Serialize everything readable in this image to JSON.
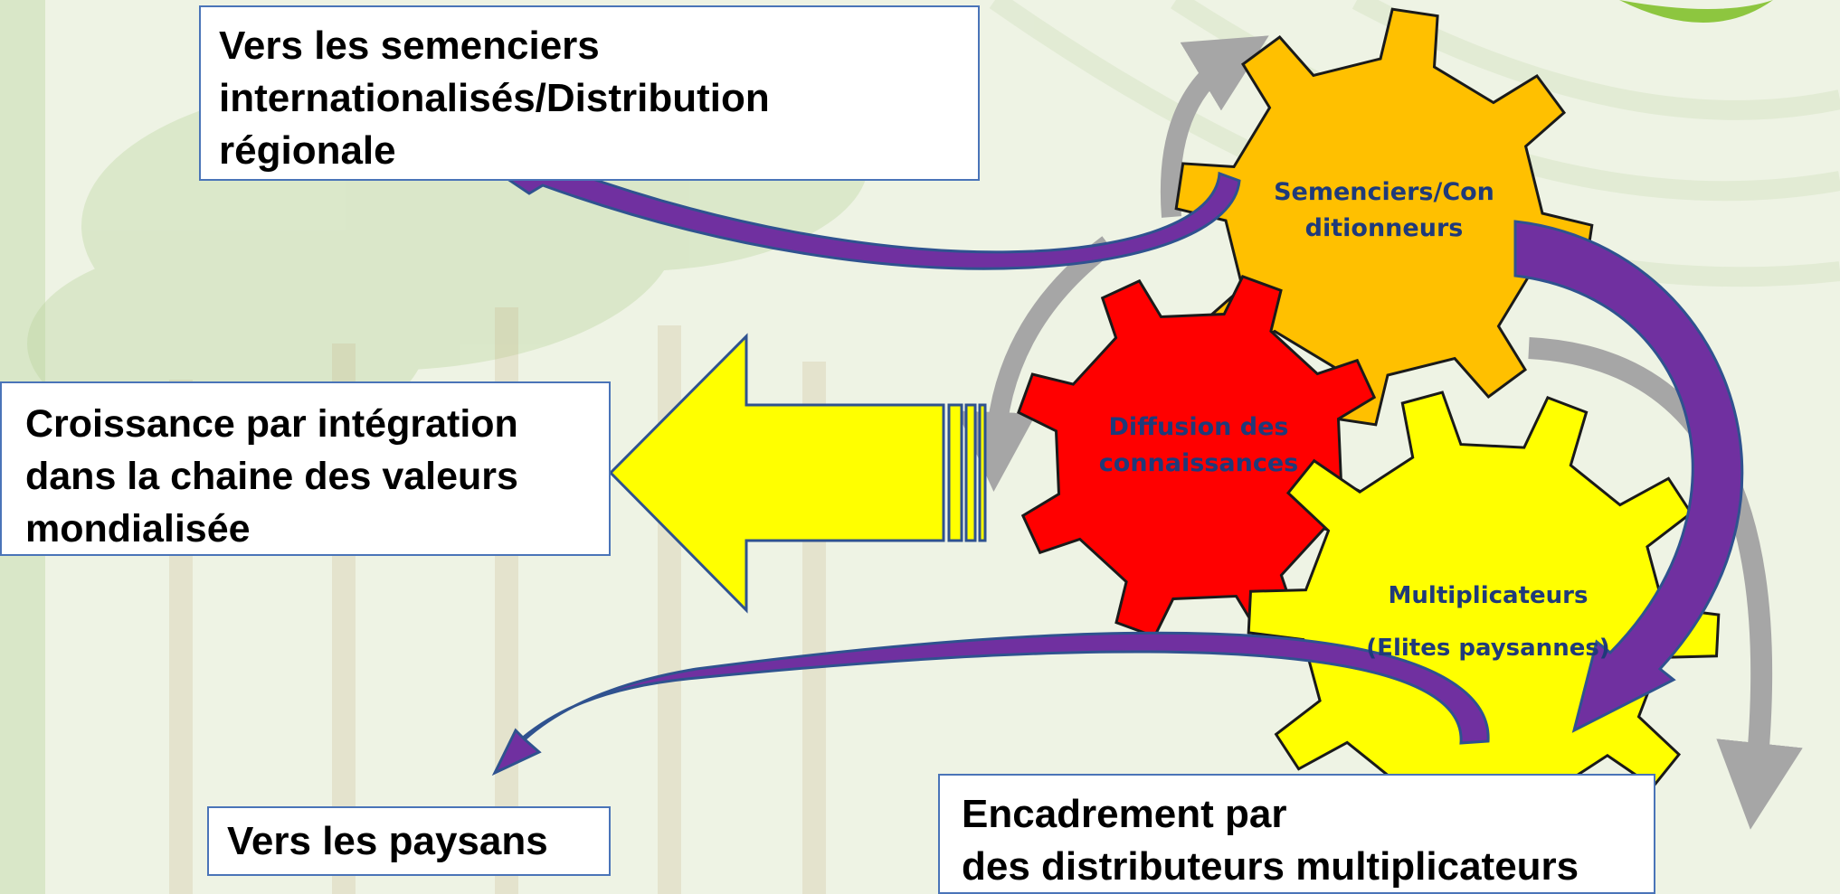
{
  "boxes": {
    "semenciers_internationalises": {
      "lines": [
        "Vers les semenciers",
        "internationalisés/Distribution",
        "régionale"
      ]
    },
    "croissance": {
      "lines": [
        "Croissance par intégration",
        "dans la chaine des valeurs",
        "mondialisée"
      ]
    },
    "paysans": {
      "text": "Vers les paysans"
    },
    "encadrement": {
      "lines": [
        "Encadrement par",
        "des distributeurs multiplicateurs"
      ]
    }
  },
  "gears": {
    "semenciers": {
      "lines": [
        "Semenciers/Con",
        "ditionneurs"
      ],
      "color": "#ffc000"
    },
    "diffusion": {
      "lines": [
        "Diffusion des",
        "connaissances"
      ],
      "color": "#ff0000"
    },
    "multiplicateurs": {
      "lines": [
        "Multiplicateurs",
        "(Elites paysannes)"
      ],
      "color": "#ffff00"
    }
  },
  "colors": {
    "arrow_purple": "#7030a0",
    "arrow_grey": "#a6a6a6",
    "block_arrow": "#ffff00",
    "outline": "#2f528f",
    "label_text": "#1f3a7a"
  }
}
